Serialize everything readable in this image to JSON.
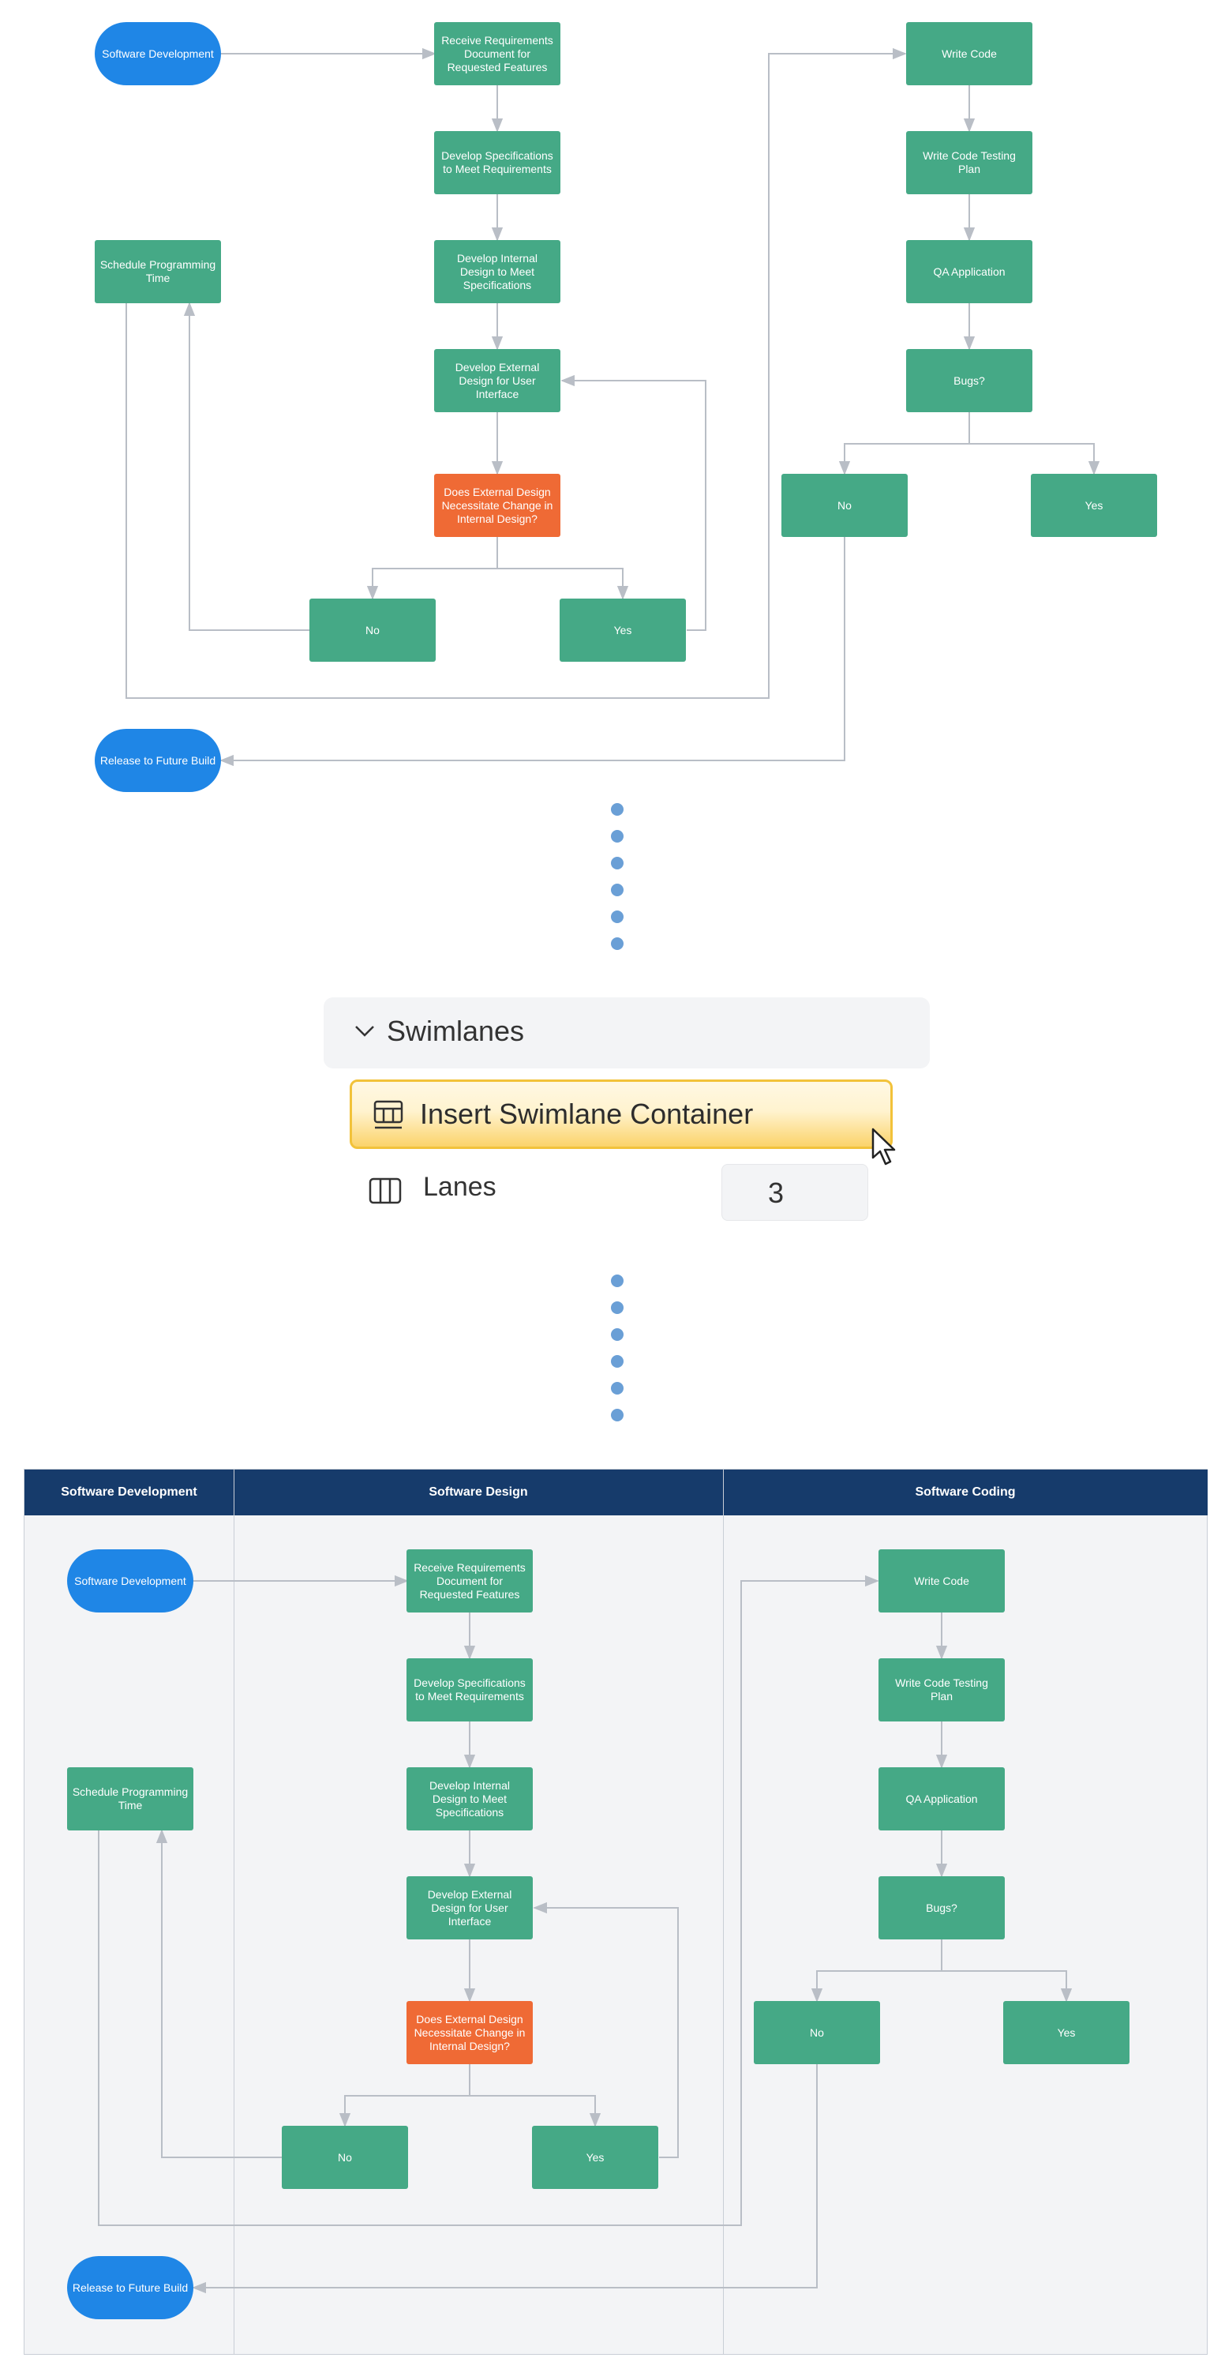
{
  "diagram": {
    "nodes": {
      "software_development": "Software Development",
      "receive_requirements": "Receive Requirements Document for Requested Features",
      "develop_specifications": "Develop Specifications to Meet Requirements",
      "develop_internal_design": "Develop Internal Design to Meet Specifications",
      "develop_external_design": "Develop External Design for User Interface",
      "does_external_design": "Does External Design Necessitate Change in Internal Design?",
      "no_design": "No",
      "yes_design": "Yes",
      "schedule_programming": "Schedule Programming Time",
      "release_future_build": "Release to Future Build",
      "write_code": "Write Code",
      "write_code_testing_plan": "Write Code Testing Plan",
      "qa_application": "QA Application",
      "bugs": "Bugs?",
      "no_bugs": "No",
      "yes_bugs": "Yes"
    },
    "colors": {
      "process": "#45a986",
      "decision": "#ef6a35",
      "terminal": "#1f86e6",
      "connector": "#b9bec6",
      "lane_header": "#163b6b"
    }
  },
  "swimlanes_panel": {
    "section_title": "Swimlanes",
    "insert_button": "Insert Swimlane Container",
    "lanes_label": "Lanes",
    "lanes_value": "3",
    "icons": [
      "chevron-down-icon",
      "swimlane-insert-icon",
      "lanes-icon",
      "mouse-cursor-icon"
    ]
  },
  "swimlane_container": {
    "lanes": [
      "Software Development",
      "Software Design",
      "Software Coding"
    ]
  }
}
